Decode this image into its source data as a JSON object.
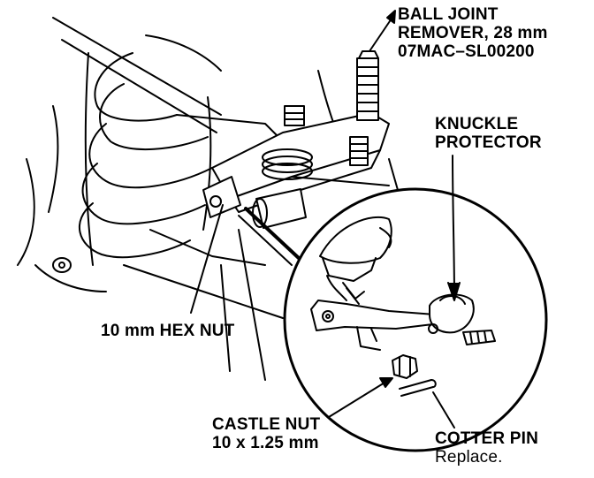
{
  "labels": {
    "ball_joint_remover": {
      "line1": "BALL JOINT",
      "line2": "REMOVER, 28 mm",
      "line3": "07MAC–SL00200"
    },
    "knuckle_protector": {
      "line1": "KNUCKLE",
      "line2": "PROTECTOR"
    },
    "hex_nut": {
      "line1": "10 mm HEX NUT"
    },
    "castle_nut": {
      "line1": "CASTLE NUT",
      "line2": "10 x 1.25 mm"
    },
    "cotter_pin": {
      "line1": "COTTER PIN",
      "line2": "Replace."
    }
  },
  "colors": {
    "ink": "#000000",
    "paper": "#ffffff"
  }
}
